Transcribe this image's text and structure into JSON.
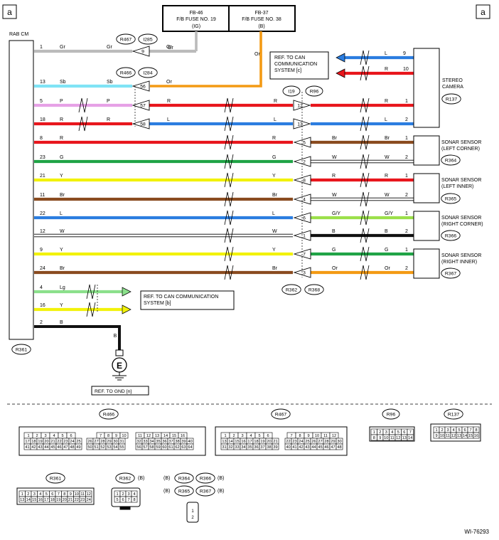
{
  "page": {
    "corner_left": "a",
    "corner_right": "a",
    "code": "WI-76293"
  },
  "fuses": [
    {
      "ref": "FB-46",
      "name": "F/B FUSE NO. 19",
      "tag": "(IG)"
    },
    {
      "ref": "FB-37",
      "name": "F/B FUSE NO. 38",
      "tag": "(B)"
    }
  ],
  "module": {
    "name": "RAB CM",
    "id": "R361"
  },
  "pill_tags": {
    "p9": [
      "R467",
      "I285"
    ],
    "p56": [
      "R466",
      "I284"
    ],
    "p12": [
      "I19",
      "R96"
    ],
    "p3": [
      "R362",
      "R368"
    ]
  },
  "wires": [
    {
      "pin": "1",
      "color": "Gr",
      "hex": "#bbbbbb",
      "mid": "Gr",
      "conn": "9",
      "right": "Gr",
      "right_hex": "#bbbbbb",
      "far_pin": ""
    },
    {
      "pin": "13",
      "color": "Sb",
      "hex": "#7fe3f5",
      "mid": "Sb",
      "conn": "56",
      "right": "Or",
      "right_hex": "#f39a14",
      "far_pin": ""
    },
    {
      "pin": "5",
      "color": "P",
      "hex": "#e6a1e6",
      "mid": "P",
      "conn": "57",
      "right": "R",
      "right_hex": "#e8161c",
      "far_pin": "1"
    },
    {
      "pin": "18",
      "color": "R",
      "hex": "#e8161c",
      "mid": "R",
      "conn": "58",
      "right": "L",
      "right_hex": "#2b7de0",
      "far_pin": "2"
    },
    {
      "pin": "8",
      "color": "R",
      "hex": "#e8161c",
      "mid": "R",
      "conn": "5",
      "right": "Br",
      "right_hex": "#8a4b1f",
      "far_pin": "1"
    },
    {
      "pin": "23",
      "color": "G",
      "hex": "#1fa345",
      "mid": "G",
      "conn": "2",
      "right": "W",
      "right_hex": "#ffffff",
      "far_pin": "2"
    },
    {
      "pin": "21",
      "color": "Y",
      "hex": "#f2f20a",
      "mid": "Y",
      "conn": "8",
      "right": "R",
      "right_hex": "#e8161c",
      "far_pin": "1"
    },
    {
      "pin": "11",
      "color": "Br",
      "hex": "#8a4b1f",
      "mid": "Br",
      "conn": "4",
      "right": "W",
      "right_hex": "#ffffff",
      "far_pin": "2"
    },
    {
      "pin": "22",
      "color": "L",
      "hex": "#2b7de0",
      "mid": "L",
      "conn": "6",
      "right": "G/Y",
      "right_hex": "#9be04a",
      "far_pin": "1"
    },
    {
      "pin": "12",
      "color": "W",
      "hex": "#ffffff",
      "mid": "W",
      "conn": "1",
      "right": "B",
      "right_hex": "#111111",
      "far_pin": "2"
    },
    {
      "pin": "9",
      "color": "Y",
      "hex": "#f2f20a",
      "mid": "Y",
      "conn": "7",
      "right": "G",
      "right_hex": "#1fa345",
      "far_pin": "1"
    },
    {
      "pin": "24",
      "color": "Br",
      "hex": "#8a4b1f",
      "mid": "Br",
      "conn": "3",
      "right": "Or",
      "right_hex": "#f39a14",
      "far_pin": "2"
    }
  ],
  "lower_wires": [
    {
      "pin": "4",
      "color": "Lg",
      "hex": "#8be08b"
    },
    {
      "pin": "16",
      "color": "Y",
      "hex": "#f2f20a"
    },
    {
      "pin": "2",
      "color": "B",
      "hex": "#111111"
    }
  ],
  "fuse_wire_labels": {
    "gr_top": "Gr",
    "or_top": "Or",
    "ground_wire": "B"
  },
  "can_top": {
    "text": [
      "REF. TO CAN",
      "COMMUNICATION",
      "SYSTEM  [c]"
    ],
    "wires": [
      {
        "color": "L",
        "hex": "#2b7de0",
        "pin": "9"
      },
      {
        "color": "R",
        "hex": "#e8161c",
        "pin": "10"
      }
    ]
  },
  "can_bottom": {
    "text": [
      "REF. TO CAN COMMUNICATION",
      "SYSTEM  [b]"
    ]
  },
  "ground": {
    "symbol": "E",
    "ref": "REF. TO GND  [n]"
  },
  "devices": [
    {
      "name": [
        "STEREO",
        "CAMERA"
      ],
      "id": "R137"
    },
    {
      "name": [
        "SONAR SENSOR",
        "(LEFT CORNER)"
      ],
      "id": "R364"
    },
    {
      "name": [
        "SONAR SENSOR",
        "(LEFT INNER)"
      ],
      "id": "R365"
    },
    {
      "name": [
        "SONAR SENSOR",
        "(RIGHT CORNER)"
      ],
      "id": "R366"
    },
    {
      "name": [
        "SONAR SENSOR",
        "(RIGHT INNER)"
      ],
      "id": "R367"
    }
  ],
  "connectors": {
    "R466": {
      "label": "R466",
      "a": [
        [
          "1",
          "2",
          "3",
          "4",
          "5",
          "6"
        ],
        [
          "17",
          "18",
          "19",
          "20",
          "21",
          "22",
          "23",
          "24",
          "25"
        ],
        [
          "41",
          "42",
          "43",
          "44",
          "45",
          "46",
          "47",
          "48",
          "49"
        ]
      ],
      "b": [
        [
          "7",
          "8",
          "9",
          "10"
        ],
        [
          "26",
          "27",
          "28",
          "29",
          "30",
          "31"
        ],
        [
          "50",
          "51",
          "52",
          "53",
          "54",
          "55"
        ]
      ],
      "c": [
        [
          "11",
          "12",
          "13",
          "14",
          "15",
          "16"
        ],
        [
          "32",
          "33",
          "34",
          "35",
          "36",
          "37",
          "38",
          "39",
          "40"
        ],
        [
          "56",
          "57",
          "58",
          "59",
          "60",
          "61",
          "62",
          "63",
          "64"
        ]
      ]
    },
    "R467": {
      "label": "R467",
      "a": [
        [
          "1",
          "2",
          "3",
          "4",
          "5",
          "6"
        ],
        [
          "13",
          "14",
          "15",
          "16",
          "17",
          "18",
          "19",
          "20",
          "21"
        ],
        [
          "31",
          "32",
          "33",
          "34",
          "35",
          "36",
          "37",
          "38",
          "39"
        ]
      ],
      "b": [
        [
          "7",
          "8",
          "9",
          "10",
          "11",
          "12"
        ],
        [
          "22",
          "23",
          "24",
          "25",
          "26",
          "27",
          "28",
          "29",
          "30"
        ],
        [
          "40",
          "41",
          "42",
          "43",
          "44",
          "45",
          "46",
          "47",
          "48"
        ]
      ]
    },
    "R96": {
      "label": "R96",
      "rows": [
        [
          "1",
          "2",
          "3",
          "4",
          "5",
          "6",
          "7"
        ],
        [
          "8",
          "9",
          "10",
          "11",
          "12",
          "13",
          "14"
        ]
      ]
    },
    "R137": {
      "label": "R137",
      "rows": [
        [
          "1",
          "2",
          "3",
          "4",
          "5",
          "6",
          "7",
          "8"
        ],
        [
          "9",
          "10",
          "11",
          "12",
          "13",
          "14",
          "15",
          "16"
        ]
      ]
    },
    "R361": {
      "label": "R361",
      "rows": [
        [
          "1",
          "2",
          "3",
          "4",
          "5",
          "6",
          "7",
          "8",
          "9",
          "10",
          "11",
          "12"
        ],
        [
          "13",
          "14",
          "15",
          "16",
          "17",
          "18",
          "19",
          "20",
          "21",
          "22",
          "23",
          "24"
        ]
      ]
    },
    "R362": {
      "label": "R362",
      "tag": "(B)",
      "rows": [
        [
          "1",
          "2",
          "3",
          "4"
        ],
        [
          "5",
          "6",
          "7",
          "8"
        ]
      ]
    },
    "sonar_conn": {
      "tags": [
        "(B)",
        "R364",
        "R366",
        "(B)",
        "(B)",
        "R365",
        "R367",
        "(B)"
      ],
      "pins": [
        "1",
        "2"
      ]
    }
  }
}
